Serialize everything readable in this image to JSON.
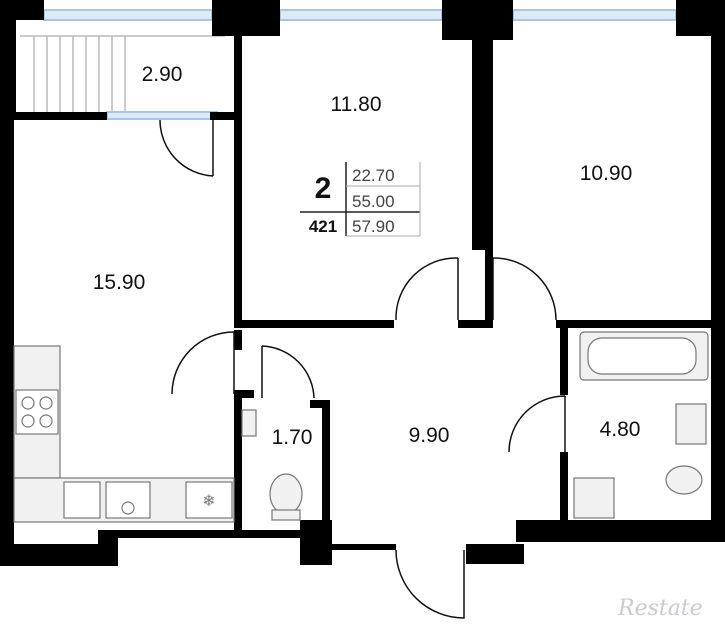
{
  "plan": {
    "rooms": {
      "loggia": "2.90",
      "bedroom_left": "11.80",
      "bedroom_right": "10.90",
      "kitchen": "15.90",
      "hall": "9.90",
      "wc": "1.70",
      "bathroom": "4.80"
    },
    "info": {
      "rooms_count": "2",
      "lot_number": "421",
      "living_area": "22.70",
      "useful_area": "55.00",
      "total_area": "57.90"
    },
    "colors": {
      "wall": "#000000",
      "window": "#a9c6e4",
      "fixture_fill": "#f1f1f1",
      "fixture_stroke": "#777777"
    }
  },
  "watermark": "Restate"
}
